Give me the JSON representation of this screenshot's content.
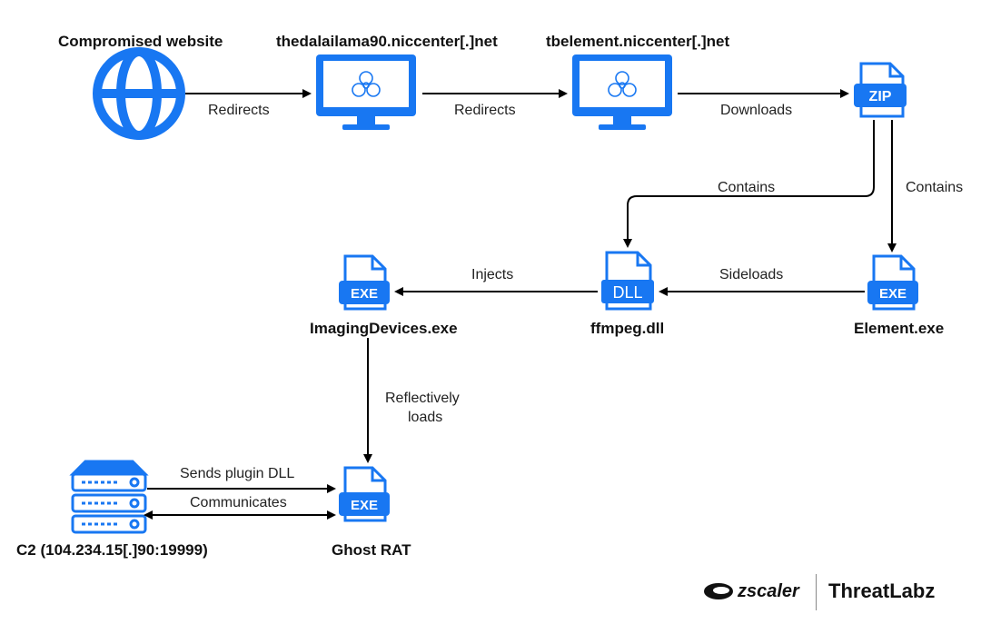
{
  "nodes": {
    "compromised": "Compromised website",
    "host1": "thedalailama90.niccenter[.]net",
    "host2": "tbelement.niccenter[.]net",
    "zip": "ZIP",
    "dll": "DLL",
    "ffmpeg": "ffmpeg.dll",
    "element": "Element.exe",
    "imaging": "ImagingDevices.exe",
    "ghost": "Ghost RAT",
    "c2": "C2  (104.234.15[.]90:19999)",
    "exe": "EXE"
  },
  "edges": {
    "redirects1": "Redirects",
    "redirects2": "Redirects",
    "downloads": "Downloads",
    "contains1": "Contains",
    "contains2": "Contains",
    "sideloads": "Sideloads",
    "injects": "Injects",
    "reflectively1": "Reflectively",
    "reflectively2": "loads",
    "sends": "Sends plugin DLL",
    "communicates": "Communicates"
  },
  "branding": {
    "zscaler": "zscaler",
    "threatlabz": "ThreatLabz"
  },
  "colors": {
    "accent": "#1877f2",
    "line": "#000000"
  }
}
